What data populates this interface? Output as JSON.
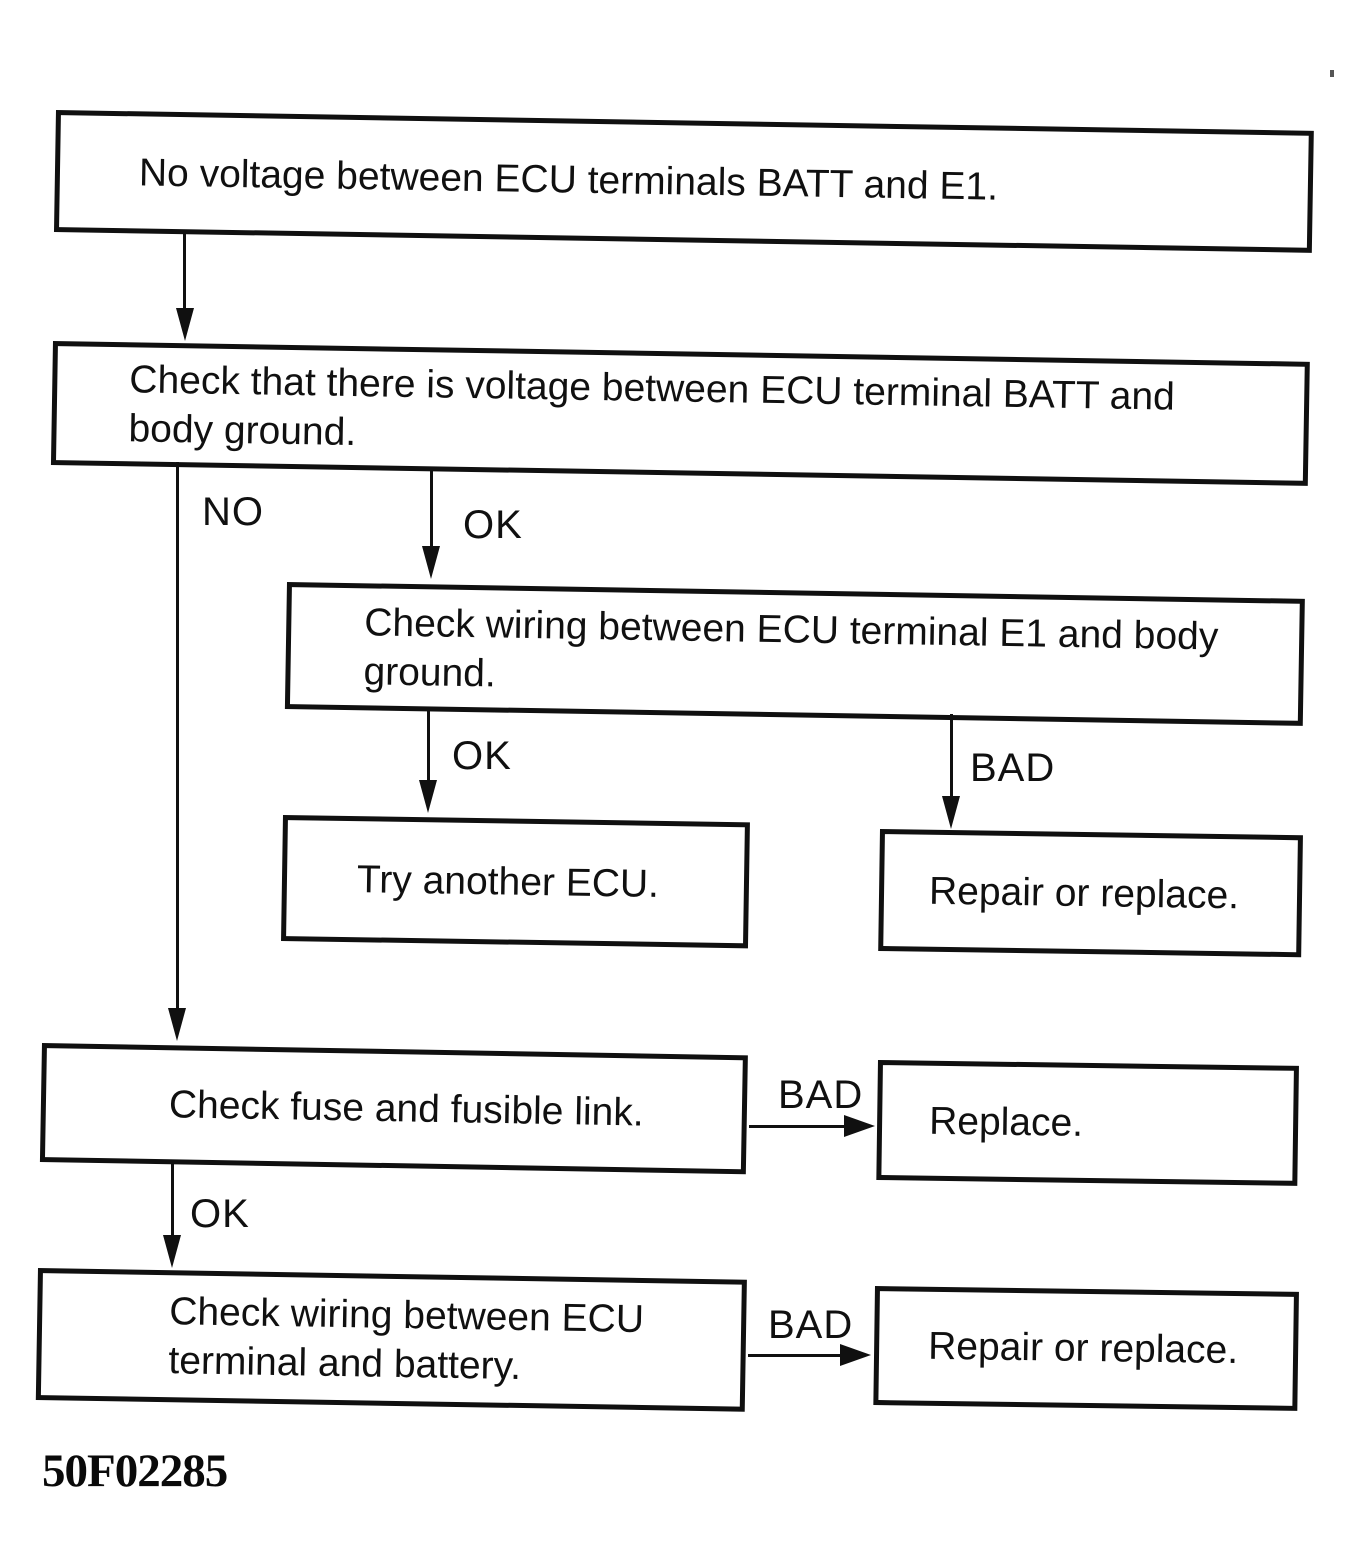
{
  "diagram": {
    "title_context": "ECU power supply troubleshooting flowchart",
    "nodes": {
      "n1": {
        "text": "No voltage between ECU terminals BATT and E1."
      },
      "n2": {
        "text": "Check that there is voltage between ECU terminal BATT and\nbody ground."
      },
      "n3": {
        "text": "Check wiring between ECU terminal E1 and body\nground."
      },
      "n4": {
        "text": "Try another ECU."
      },
      "n5": {
        "text": "Repair or replace."
      },
      "n6": {
        "text": "Check fuse and fusible link."
      },
      "n7": {
        "text": "Replace."
      },
      "n8": {
        "text": "Check wiring between ECU\nterminal and battery."
      },
      "n9": {
        "text": "Repair or replace."
      }
    },
    "edge_labels": {
      "no1": "NO",
      "ok1": "OK",
      "ok2": "OK",
      "bad2": "BAD",
      "bad3": "BAD",
      "ok3": "OK",
      "bad4": "BAD"
    },
    "figure_code": "50F02285",
    "colors": {
      "ink": "#101010",
      "paper": "#ffffff"
    }
  }
}
